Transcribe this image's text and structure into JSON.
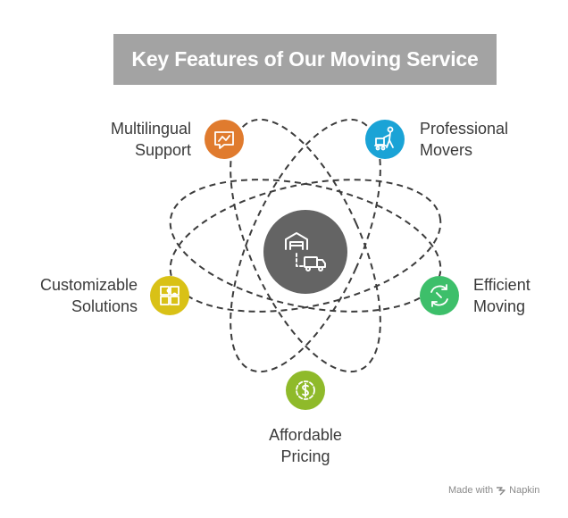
{
  "title": "Key Features of Our Moving Service",
  "center": {
    "icon": "warehouse-truck-icon",
    "color": "#646464"
  },
  "features": [
    {
      "id": "multilingual",
      "line1": "Multilingual",
      "line2": "Support",
      "icon": "chat-bubble-icon",
      "color": "#e07b2e"
    },
    {
      "id": "professional",
      "line1": "Professional",
      "line2": "Movers",
      "icon": "mover-with-cart-icon",
      "color": "#1aa3d6"
    },
    {
      "id": "customizable",
      "line1": "Customizable",
      "line2": "Solutions",
      "icon": "puzzle-icon",
      "color": "#d9c116"
    },
    {
      "id": "efficient",
      "line1": "Efficient",
      "line2": "Moving",
      "icon": "refresh-gauge-icon",
      "color": "#3dbf6a"
    },
    {
      "id": "affordable",
      "line1": "Affordable",
      "line2": "Pricing",
      "icon": "dollar-coin-icon",
      "color": "#8fba2a"
    }
  ],
  "footer": {
    "made_with": "Made with",
    "brand": "Napkin"
  }
}
